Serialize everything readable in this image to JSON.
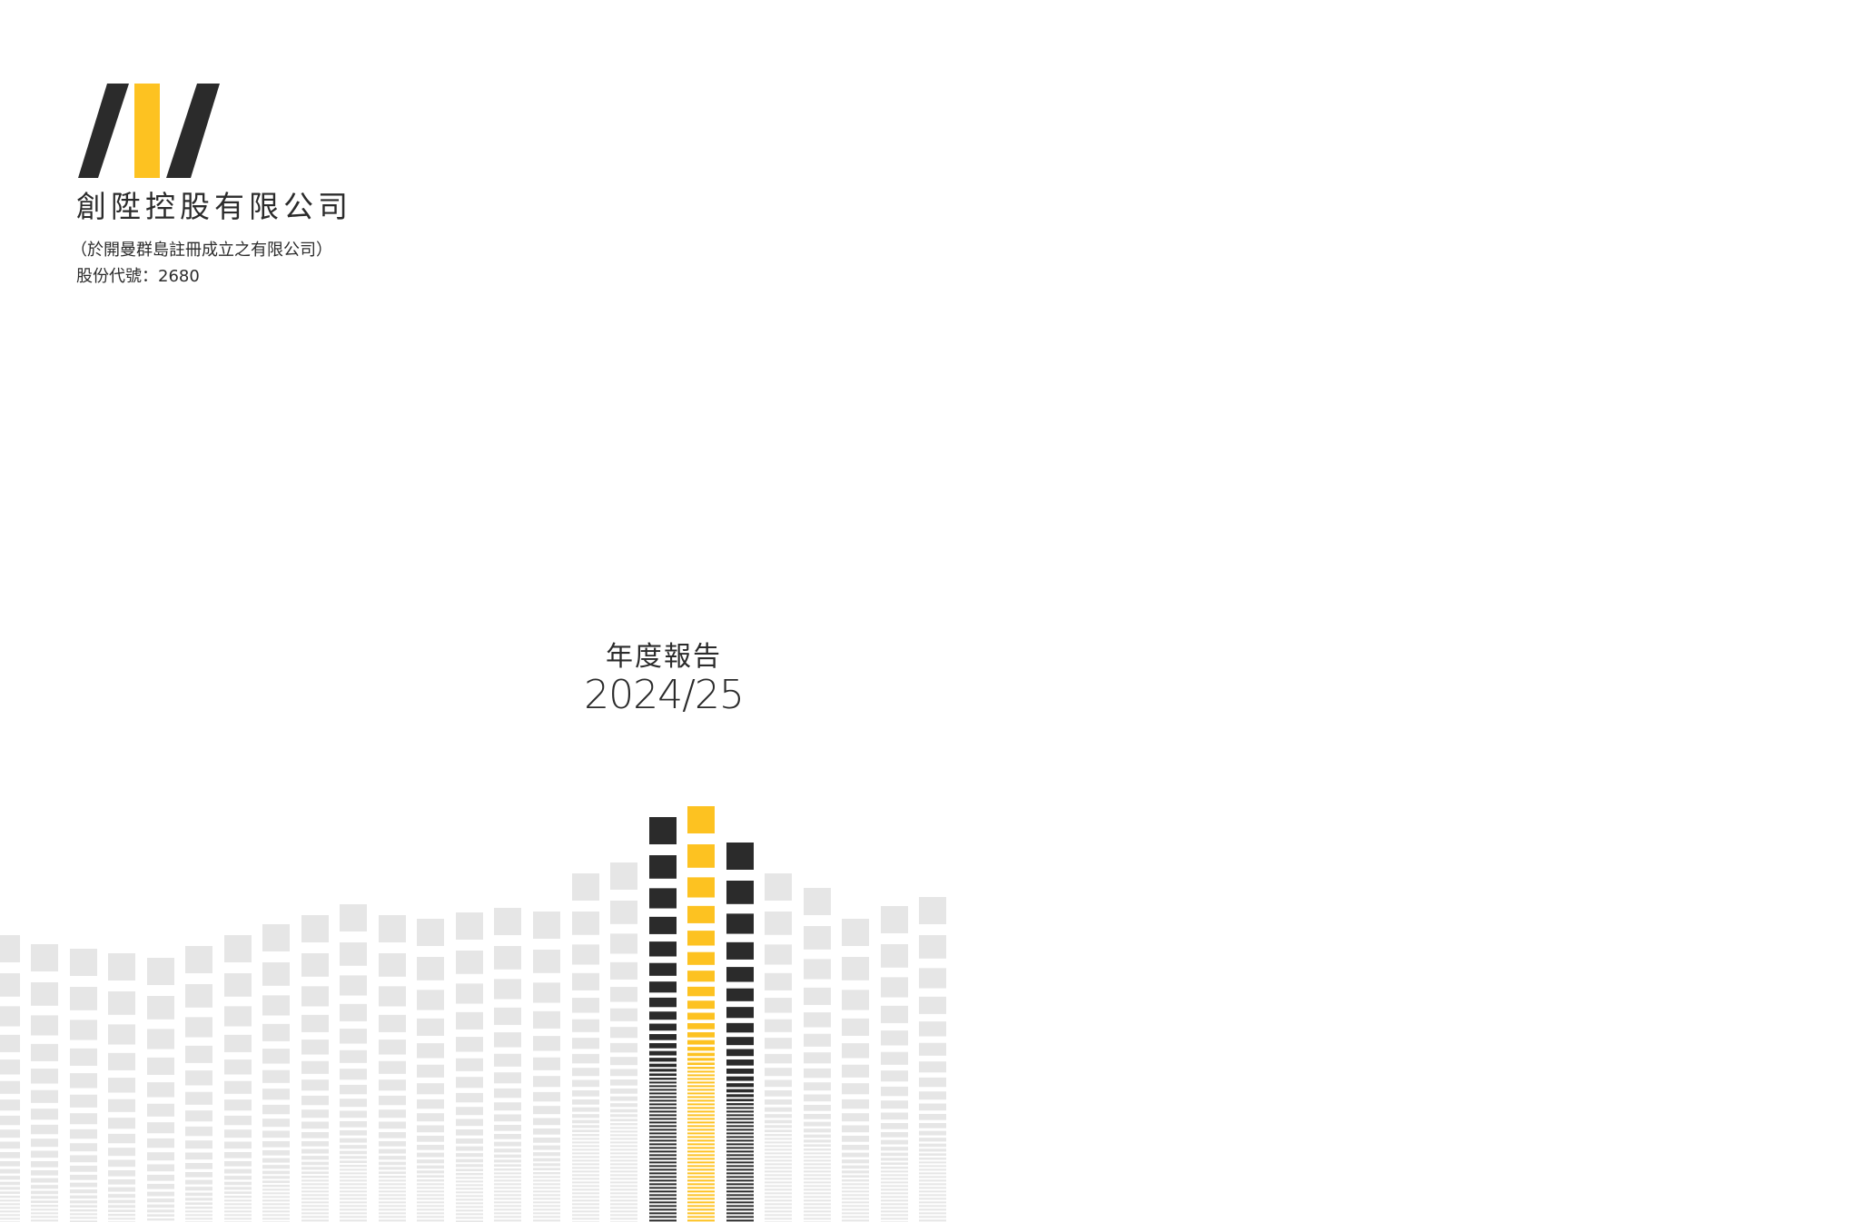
{
  "cover": {
    "company_name": "創陞控股有限公司",
    "incorporation_note": "（於開曼群島註冊成立之有限公司）",
    "stock_code": "股份代號：2680",
    "report_title": "年度報告",
    "report_year": "2024/25"
  },
  "colors": {
    "brand_yellow": "#FDC221",
    "brand_dark": "#2B2B2B",
    "bar_grey": "#E6E6E6",
    "background": "#FFFFFF"
  }
}
